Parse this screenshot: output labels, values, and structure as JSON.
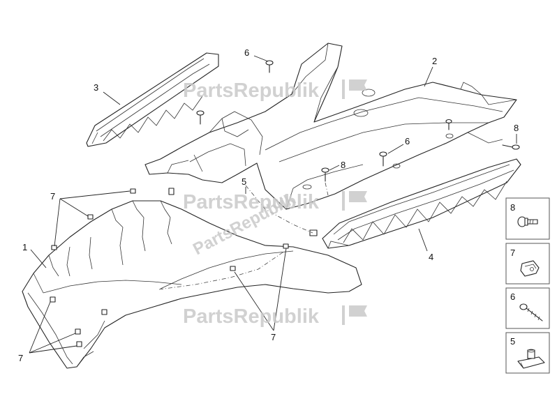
{
  "watermark": {
    "brand_text": "PartsRepublik"
  },
  "callouts": {
    "c1": "1",
    "c2": "2",
    "c3": "3",
    "c4": "4",
    "c5": "5",
    "c6a": "6",
    "c6b": "6",
    "c7a": "7",
    "c7b": "7",
    "c7c": "7",
    "c8a": "8",
    "c8b": "8"
  },
  "legend": [
    {
      "number": "8",
      "part_icon": "flange-screw-icon"
    },
    {
      "number": "7",
      "part_icon": "spring-clip-icon"
    },
    {
      "number": "6",
      "part_icon": "self-tapping-screw-icon"
    },
    {
      "number": "5",
      "part_icon": "clip-nut-icon"
    }
  ],
  "colors": {
    "line": "#222222",
    "watermark": "#c9c9c9",
    "legend_border": "#555555"
  }
}
